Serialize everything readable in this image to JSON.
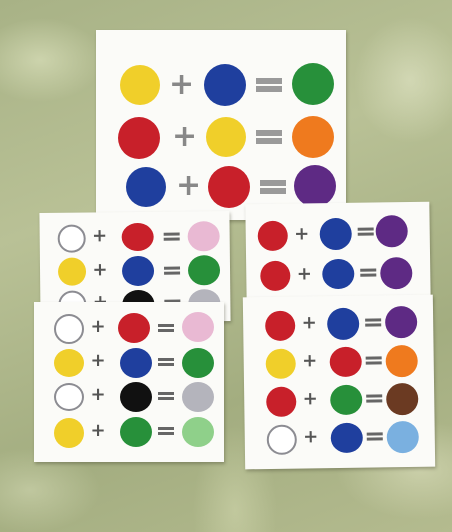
{
  "scene": "Color mixing equation cards on a green patterned cloth",
  "colors": {
    "cloth": "#aeb78c",
    "card": "#fbfbf8",
    "yellow": "#f0cf2a",
    "blue": "#1f3f9e",
    "red": "#c8202a",
    "green": "#27903a",
    "orange": "#ef7a1e",
    "purple": "#5e2a84",
    "pink": "#e9b9d3",
    "white": "#ffffff",
    "black": "#111111",
    "grey": "#b4b4bc",
    "brown": "#6b3a22",
    "light_green": "#8fd08a",
    "light_blue": "#7ab0e0"
  },
  "operators": {
    "plus": "+",
    "equals": "="
  },
  "cards": [
    {
      "name": "large-card",
      "rows": [
        [
          "yellow",
          "blue",
          "green"
        ],
        [
          "red",
          "yellow",
          "orange"
        ],
        [
          "blue",
          "red",
          "purple"
        ]
      ]
    },
    {
      "name": "middle-left-back-card",
      "rows": [
        [
          "white",
          "red",
          "pink"
        ],
        [
          "yellow",
          "blue",
          "green"
        ],
        [
          "white",
          "black",
          "grey"
        ]
      ]
    },
    {
      "name": "front-left-card",
      "rows": [
        [
          "white",
          "red",
          "pink"
        ],
        [
          "yellow",
          "blue",
          "green"
        ],
        [
          "white",
          "black",
          "grey"
        ],
        [
          "yellow",
          "green",
          "light_green"
        ]
      ]
    },
    {
      "name": "middle-right-back-card",
      "rows": [
        [
          "red",
          "blue",
          "purple"
        ],
        [
          "red",
          "blue",
          "purple"
        ]
      ]
    },
    {
      "name": "front-right-card",
      "rows": [
        [
          "red",
          "blue",
          "purple"
        ],
        [
          "yellow",
          "red",
          "orange"
        ],
        [
          "red",
          "green",
          "brown"
        ],
        [
          "white",
          "blue",
          "light_blue"
        ]
      ]
    }
  ]
}
